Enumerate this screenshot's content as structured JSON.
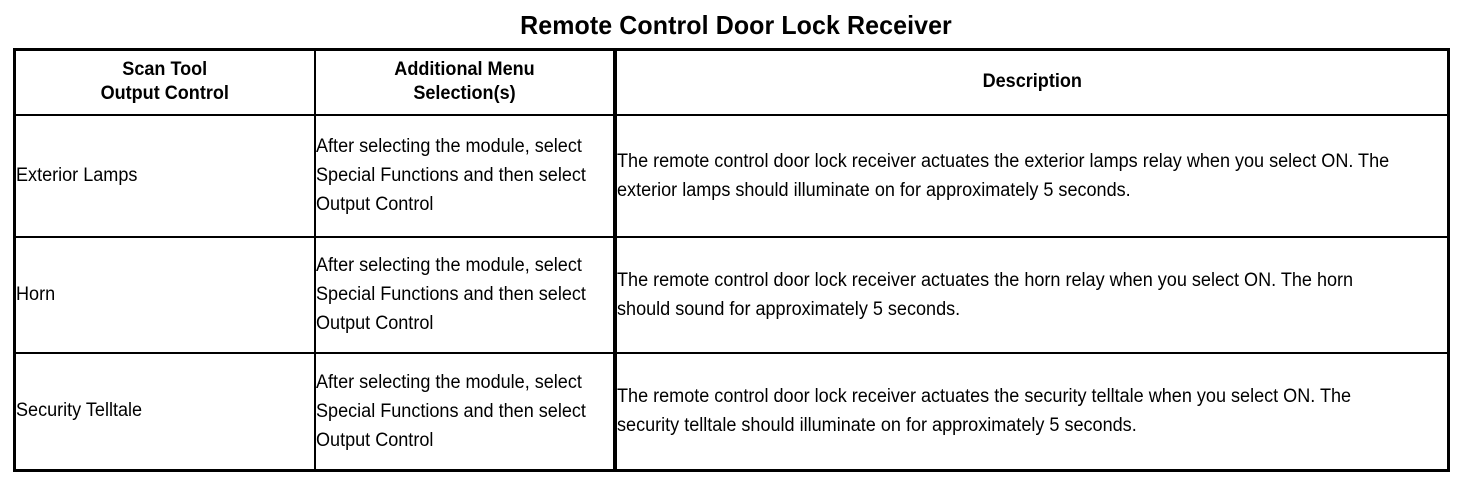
{
  "document": {
    "title": "Remote Control Door Lock Receiver"
  },
  "table": {
    "headers": [
      {
        "line1": "Scan Tool",
        "line2": "Output Control"
      },
      {
        "line1": "Additional Menu",
        "line2": "Selection(s)"
      },
      {
        "line1": "Description",
        "line2": ""
      }
    ],
    "rows": [
      {
        "scan_tool_output_control": "Exterior Lamps",
        "additional_menu_selections": "After selecting the module, select Special Functions and then select Output Control",
        "description": "The remote control door lock receiver actuates the exterior lamps relay when you select ON. The exterior lamps should illuminate on for approximately 5 seconds."
      },
      {
        "scan_tool_output_control": "Horn",
        "additional_menu_selections": "After selecting the module, select Special Functions and then select Output Control",
        "description": "The remote control door lock receiver actuates the horn relay when you select ON. The horn should sound for approximately 5 seconds."
      },
      {
        "scan_tool_output_control": "Security Telltale",
        "additional_menu_selections": "After selecting the module, select Special Functions and then select Output Control",
        "description": "The remote control door lock receiver actuates the security telltale when you select ON. The security telltale should illuminate on for approximately 5 seconds."
      }
    ]
  },
  "colors": {
    "ink": "#000000",
    "paper": "#ffffff"
  }
}
